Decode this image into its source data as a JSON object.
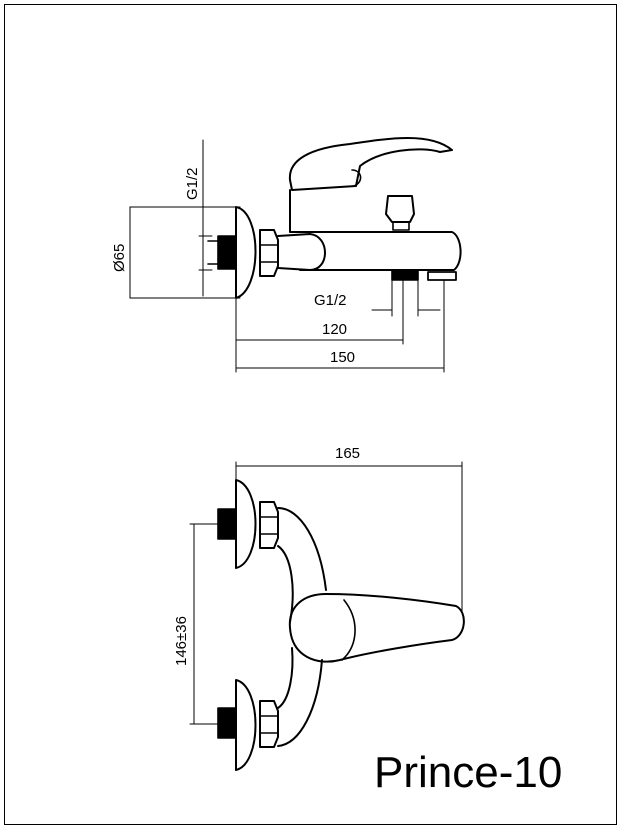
{
  "model_name": "Prince-10",
  "side_view": {
    "thread_top": "G1/2",
    "diameter": "Ø65",
    "thread_spout": "G1/2",
    "length_to_outlet": "120",
    "total_length": "150"
  },
  "front_view": {
    "total_width": "165",
    "center_distance": "146±36"
  },
  "colors": {
    "line": "#000000",
    "background": "#ffffff"
  }
}
